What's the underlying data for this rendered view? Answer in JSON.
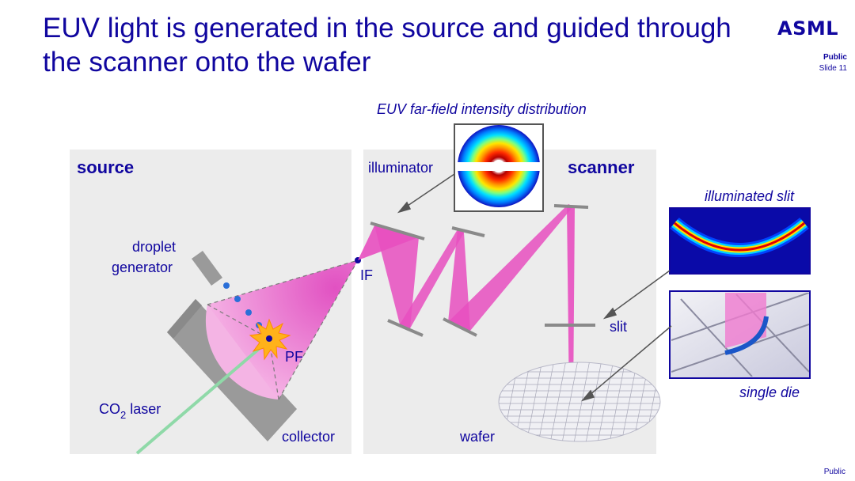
{
  "slide": {
    "title": "EUV light is generated in the source and guided through the scanner onto the wafer",
    "logo": "ASML",
    "classification": "Public",
    "slide_number": "Slide 11",
    "footer": "Public"
  },
  "labels": {
    "source": "source",
    "scanner": "scanner",
    "illuminator": "illuminator",
    "far_field": "EUV far-field intensity distribution",
    "droplet_line1": "droplet",
    "droplet_line2": "generator",
    "if": "IF",
    "pf": "PF",
    "co2_main": "CO",
    "co2_sub": "2",
    "co2_rest": " laser",
    "collector": "collector",
    "wafer": "wafer",
    "slit": "slit",
    "illuminated_slit": "illuminated slit",
    "single_die": "single die"
  },
  "colors": {
    "brand": "#10069f",
    "panel": "#ececec",
    "euv_beam": "#e84fc0",
    "laser": "#8fd9a8",
    "mirror": "#8a8a8a"
  }
}
